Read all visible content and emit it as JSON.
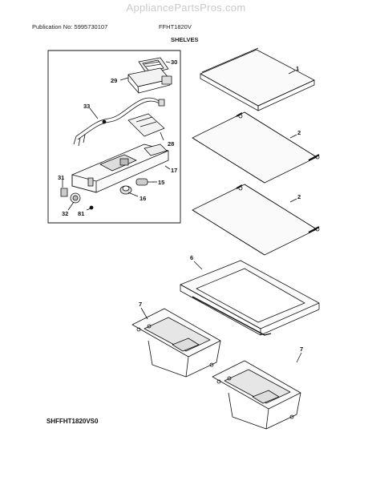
{
  "watermark": "AppliancePartsPros.com",
  "header": {
    "publication": "Publication No: 5995730107",
    "model": "FFHT1820V",
    "section": "SHELVES"
  },
  "footer": {
    "code": "SHFFHT1820VS0"
  },
  "callouts": {
    "c30": "30",
    "c29": "29",
    "c33": "33",
    "c28": "28",
    "c17": "17",
    "c15": "15",
    "c16": "16",
    "c31": "31",
    "c32": "32",
    "c81": "81",
    "c1": "1",
    "c2a": "2",
    "c2b": "2",
    "c6": "6",
    "c7a": "7",
    "c7b": "7"
  },
  "colors": {
    "line": "#111111",
    "shade": "#d8d8d8",
    "watermark": "#c9c9c9"
  }
}
